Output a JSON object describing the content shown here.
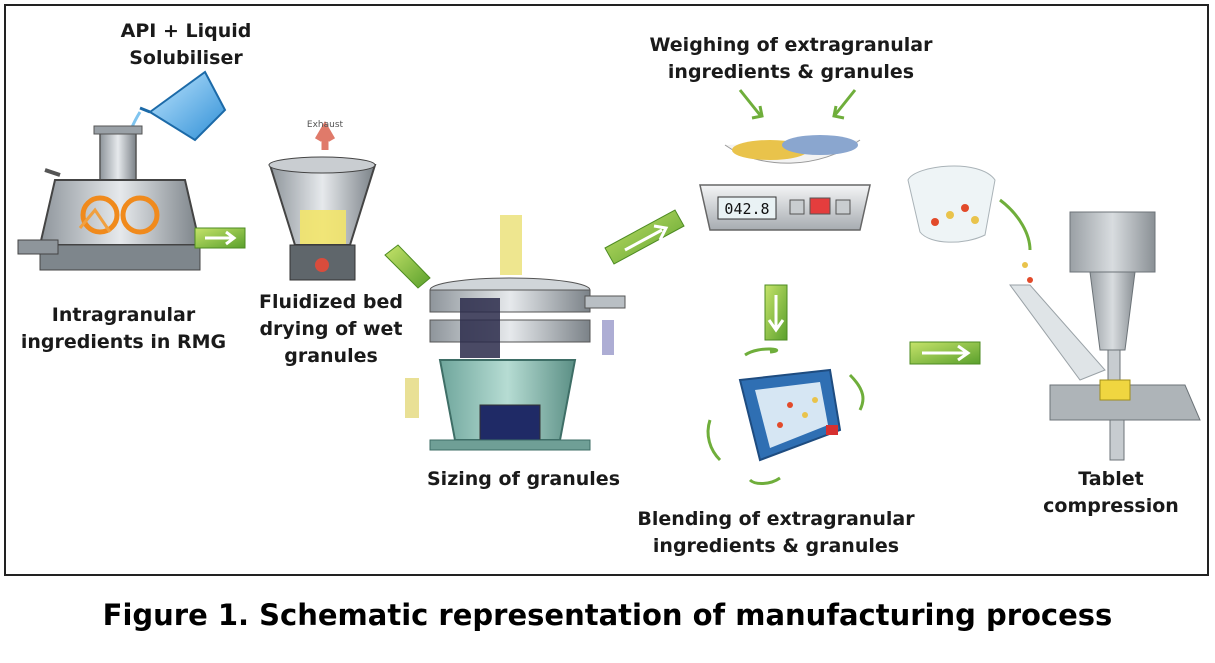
{
  "diagram": {
    "labels": {
      "api": [
        "API + Liquid",
        "Solubiliser"
      ],
      "rmg": [
        "Intragranular",
        "ingredients in RMG"
      ],
      "fbd": [
        "Fluidized bed",
        "drying of wet",
        "granules"
      ],
      "exhaust": "Exhaust",
      "sizing": "Sizing of granules",
      "weighing": [
        "Weighing of extragranular",
        "ingredients & granules"
      ],
      "scale_display": "042.8",
      "blending": [
        "Blending of extragranular",
        "ingredients & granules"
      ],
      "tablet": [
        "Tablet",
        "compression"
      ]
    }
  },
  "caption": "Figure 1. Schematic representation of manufacturing process"
}
